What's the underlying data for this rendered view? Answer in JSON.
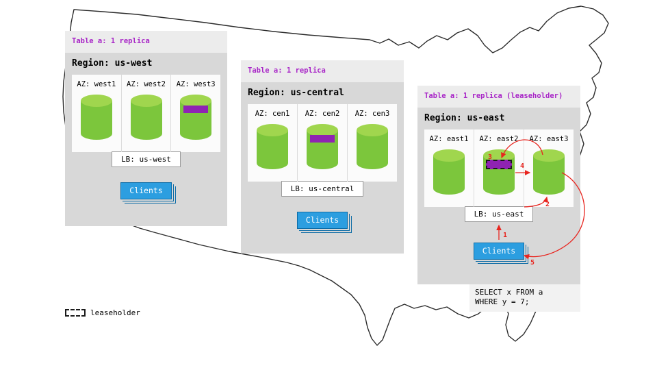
{
  "panels": {
    "west": {
      "header": "Table a: 1 replica",
      "region": "Region: us-west",
      "azs": [
        "AZ: west1",
        "AZ: west2",
        "AZ: west3"
      ],
      "lb": "LB: us-west",
      "clients": "Clients"
    },
    "central": {
      "header": "Table a: 1 replica",
      "region": "Region: us-central",
      "azs": [
        "AZ: cen1",
        "AZ: cen2",
        "AZ: cen3"
      ],
      "lb": "LB: us-central",
      "clients": "Clients"
    },
    "east": {
      "header": "Table a: 1 replica (leaseholder)",
      "region": "Region: us-east",
      "azs": [
        "AZ: east1",
        "AZ: east2",
        "AZ: east3"
      ],
      "lb": "LB: us-east",
      "clients": "Clients"
    }
  },
  "flow": [
    "1",
    "2",
    "3",
    "4",
    "5"
  ],
  "sql": {
    "line1": "SELECT x FROM a",
    "line2": "WHERE y = 7;"
  },
  "legend": {
    "label": "leaseholder"
  },
  "colors": {
    "replica_purple": "#8f23b3",
    "cylinder_green": "#7cc63c",
    "cylinder_top_green": "#a0d64e",
    "clients_blue": "#2c9ee0",
    "arrow_red": "#e8251f",
    "header_purple": "#a825c7"
  }
}
